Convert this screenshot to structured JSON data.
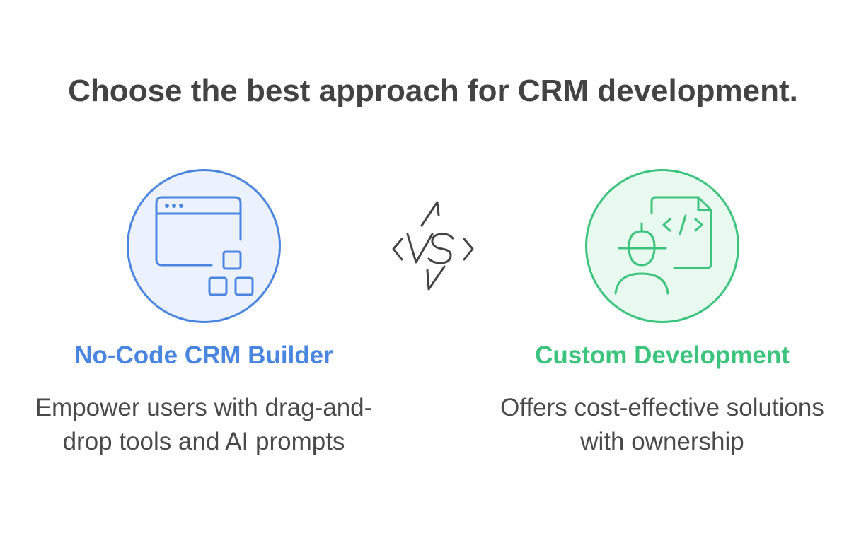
{
  "title": "Choose the best approach for CRM development.",
  "vs_label": "VS",
  "options": [
    {
      "heading": "No-Code CRM Builder",
      "description": "Empower users with drag-and-drop tools and AI prompts",
      "icon": "browser-window-blocks-icon",
      "accent_color": "#4a86e0",
      "fill_color": "#ecf2fd"
    },
    {
      "heading": "Custom Development",
      "description": "Offers cost-effective solutions with ownership",
      "icon": "developer-code-file-icon",
      "accent_color": "#3cc47c",
      "fill_color": "#e8faf0"
    }
  ]
}
